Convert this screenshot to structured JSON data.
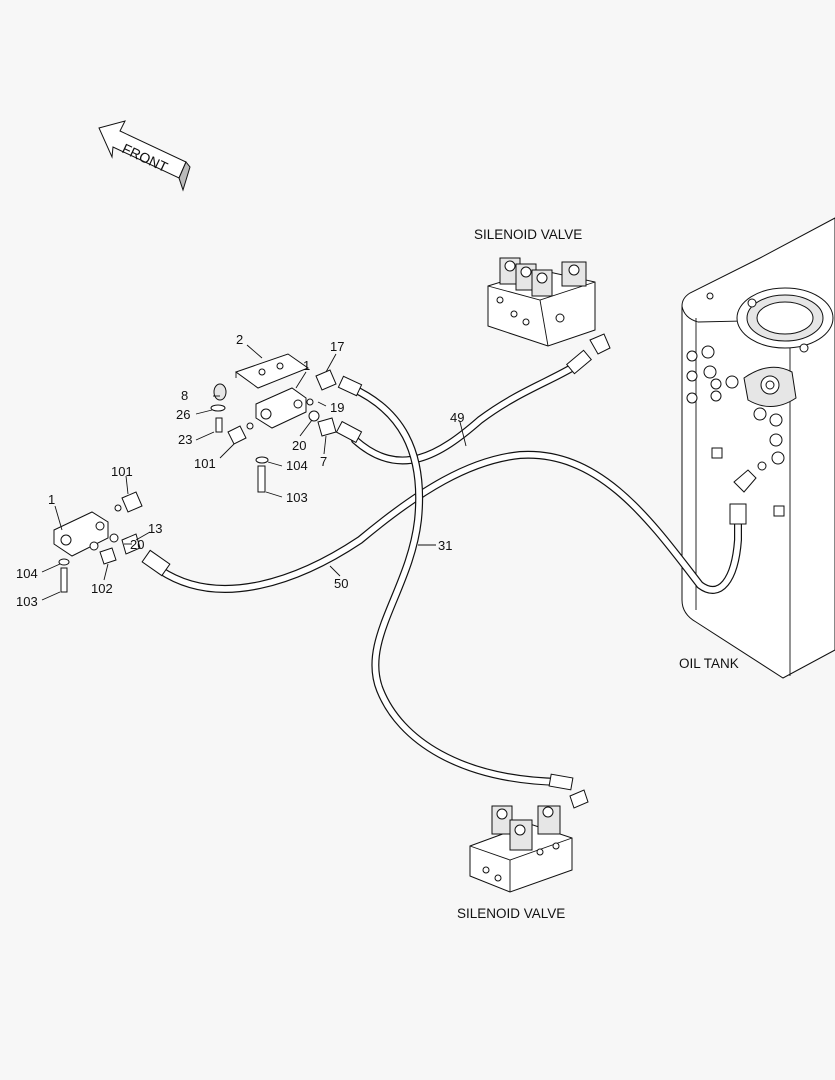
{
  "front_arrow": {
    "label": "FRONT"
  },
  "captions": {
    "solenoid_valve_top": "SILENOID VALVE",
    "solenoid_valve_bottom": "SILENOID VALVE",
    "oil_tank": "OIL TANK"
  },
  "callouts": {
    "c1_upper": "1",
    "c2": "2",
    "c8": "8",
    "c26": "26",
    "c23": "23",
    "c101_upper": "101",
    "c104_upper": "104",
    "c103_upper": "103",
    "c17": "17",
    "c19": "19",
    "c20_upper": "20",
    "c7": "7",
    "c49": "49",
    "c31": "31",
    "c50": "50",
    "c1_lower": "1",
    "c101_lower": "101",
    "c20_lower": "20",
    "c13": "13",
    "c104_lower": "104",
    "c103_lower": "103",
    "c102": "102"
  }
}
